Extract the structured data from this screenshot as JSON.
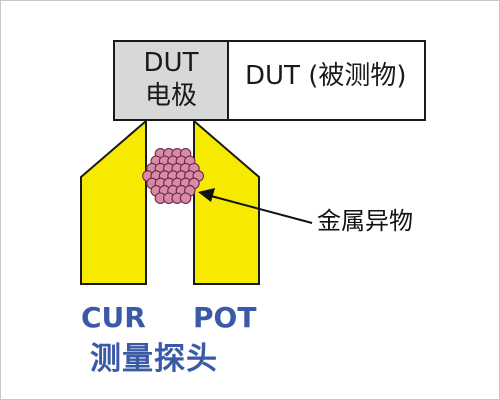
{
  "diagram": {
    "dut_electrode": {
      "line1": "DUT",
      "line2": "电极"
    },
    "dut_body": "DUT (被测物)",
    "foreign_matter": "金属异物",
    "probe_cur": "CUR",
    "probe_pot": "POT",
    "probe_caption": "测量探头",
    "colors": {
      "electrode_fill": "#d8d8d8",
      "probe_fill": "#f6ea00",
      "particle_fill": "#d98aa8",
      "label_blue": "#3a59a6",
      "outline": "#1a1a1a"
    }
  }
}
